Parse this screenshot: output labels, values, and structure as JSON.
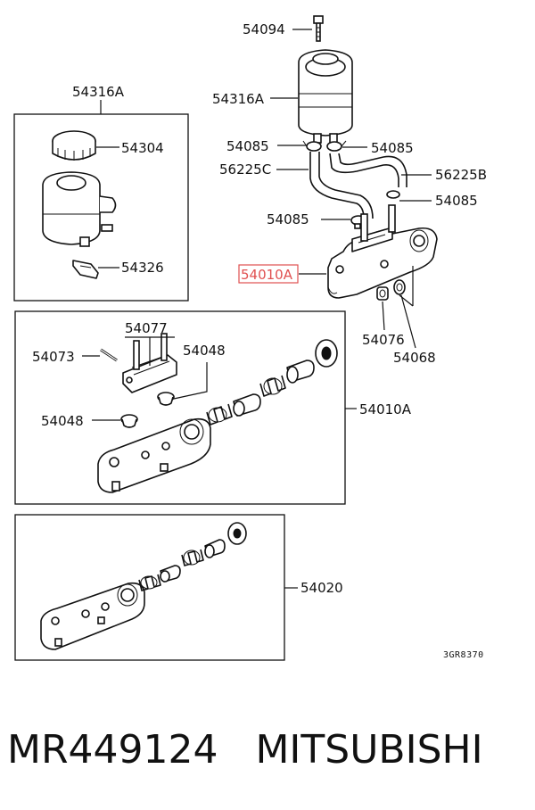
{
  "labels": {
    "box1_title": "54316A",
    "box1_cap": "54304",
    "box1_clip": "54326",
    "top_bolt": "54094",
    "reservoir": "54316A",
    "clamp_left": "54085",
    "clamp_right": "54085",
    "hose_left": "56225C",
    "hose_right": "56225B",
    "clamp_far_right": "54085",
    "clamp_center": "54085",
    "master_cyl": "54010A",
    "seal_a": "54076",
    "seal_b": "54068",
    "box2_bracket": "54077",
    "box2_pin": "54073",
    "box2_grommet_upper": "54048",
    "box2_grommet_lower": "54048",
    "box2_assembly": "54010A",
    "box3_assembly": "54020",
    "figure_code": "3GR8370"
  },
  "caption": {
    "part_number": "MR449124",
    "brand": "MITSUBISHI"
  },
  "highlight_color": "#e05050"
}
